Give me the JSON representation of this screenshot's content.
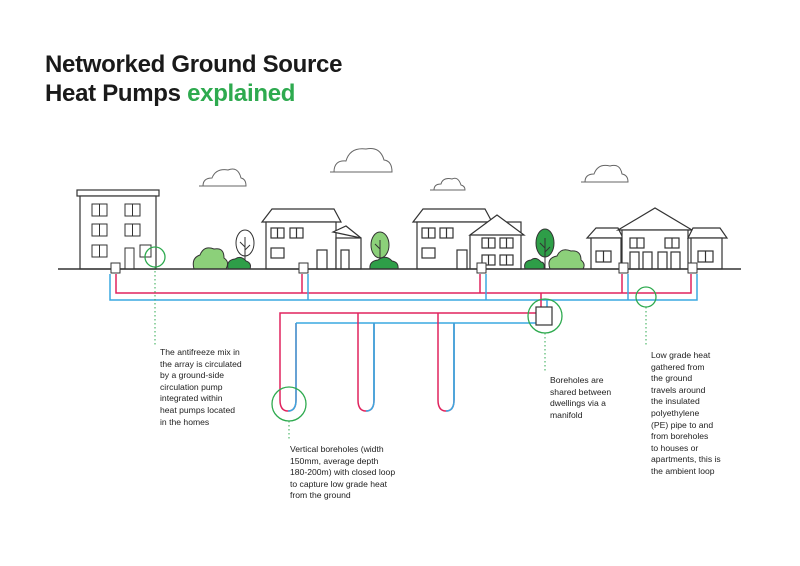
{
  "title": {
    "line1": "Networked Ground Source",
    "line2_main": "Heat Pumps",
    "line2_accent": "explained"
  },
  "annotations": {
    "antifreeze": [
      "The antifreeze mix in",
      "the array is circulated",
      "by a ground-side",
      "circulation pump",
      "integrated within",
      "heat pumps located",
      "in the homes"
    ],
    "boreholes": [
      "Vertical boreholes (width",
      "150mm, average depth",
      "180-200m) with closed loop",
      "to capture low grade heat",
      "from the ground"
    ],
    "manifold": [
      "Boreholes are",
      "shared between",
      "dwellings via a",
      "manifold"
    ],
    "ambient_loop": [
      "Low grade heat",
      "gathered from",
      "the ground",
      "travels around",
      "the insulated",
      "polyethylene",
      "(PE) pipe to and",
      "from boreholes",
      "to houses or",
      "apartments, this is",
      "the ambient loop"
    ]
  },
  "colors": {
    "text": "#1a1a1a",
    "accent": "#2eaa4f",
    "warm_pipe": "#e0245e",
    "cool_pipe": "#3aa8e0",
    "tree_green": "#2e9e48",
    "bush_green": "#8cd07a",
    "outline": "#333333"
  },
  "icons": [
    "cloud-icon",
    "apartment-building-icon",
    "house-icon",
    "tree-icon",
    "bush-icon",
    "manifold-icon",
    "heat-pump-icon"
  ]
}
